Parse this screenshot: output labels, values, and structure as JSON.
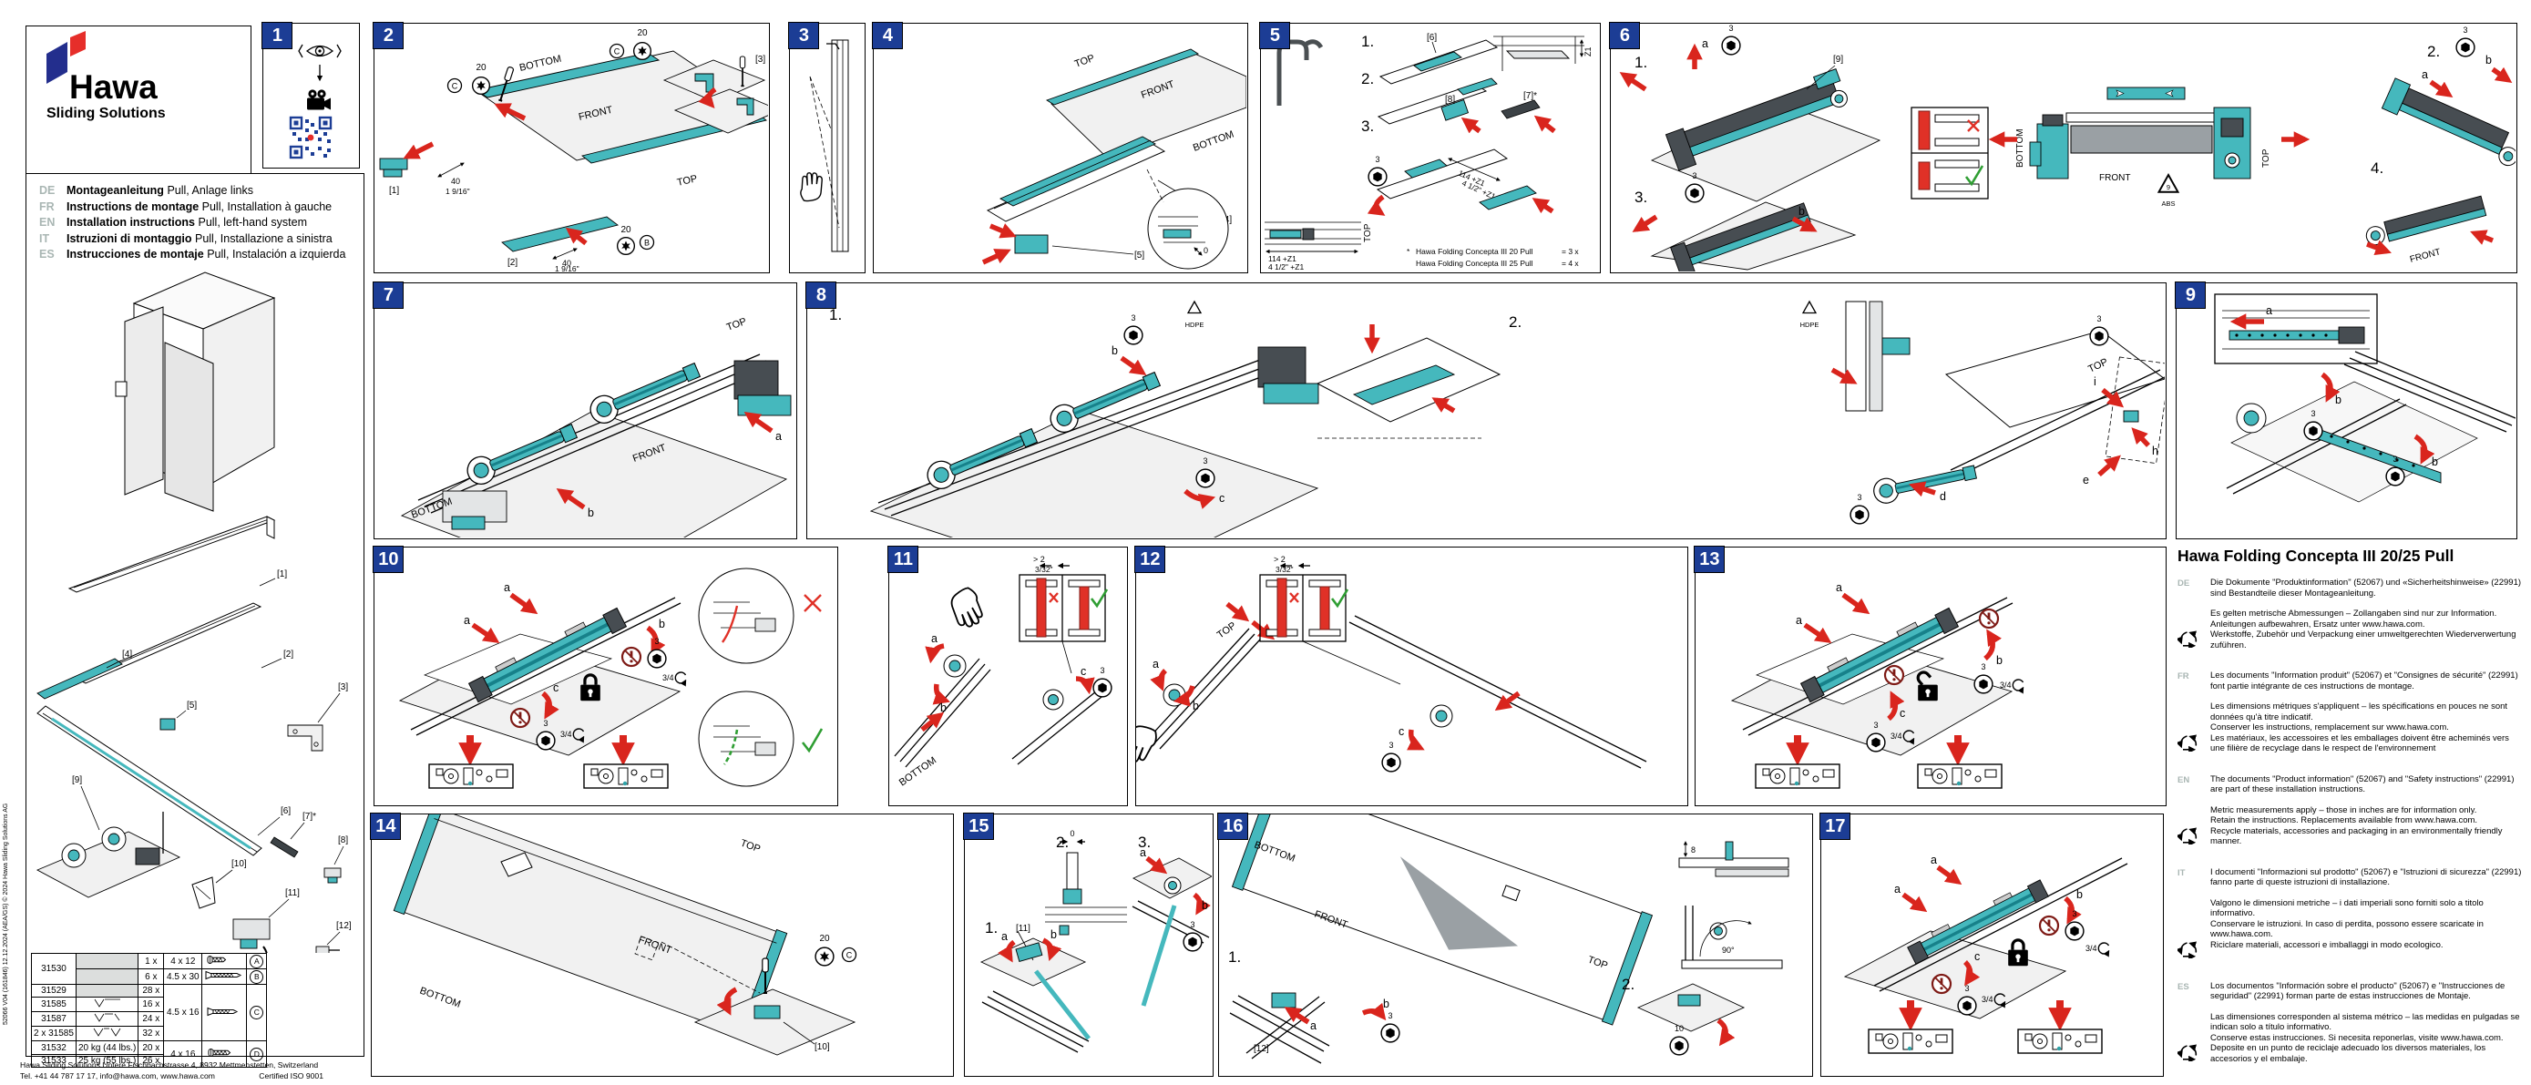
{
  "brand": {
    "name": "Hawa",
    "tagline": "Sliding Solutions"
  },
  "header_langs": [
    {
      "code": "DE",
      "bold": "Montageanleitung",
      "rest": "Pull, Anlage links"
    },
    {
      "code": "FR",
      "bold": "Instructions de montage",
      "rest": "Pull, Installation à gauche"
    },
    {
      "code": "EN",
      "bold": "Installation instructions",
      "rest": "Pull, left-hand system"
    },
    {
      "code": "IT",
      "bold": "Istruzioni di montaggio",
      "rest": "Pull, Installazione a sinistra"
    },
    {
      "code": "ES",
      "bold": "Instrucciones de montaje",
      "rest": "Pull, Instalación a izquierda"
    }
  ],
  "pn": [
    "1",
    "2",
    "3",
    "4",
    "5",
    "6",
    "7",
    "8",
    "9",
    "10",
    "11",
    "12",
    "13",
    "14",
    "15",
    "16",
    "17"
  ],
  "tok": {
    "s1": "1.",
    "s2": "2.",
    "s3": "3.",
    "s4": "4.",
    "a": "a",
    "b": "b",
    "c": "c",
    "d": "d",
    "e": "e",
    "h": "h",
    "i": "i",
    "top": "TOP",
    "front": "FRONT",
    "bottom": "BOTTOM",
    "hex3": "3",
    "hex10": "10",
    "torx20": "20",
    "turn34": "3/4",
    "hdpe": "HDPE",
    "abs": "ABS",
    "n9": "9",
    "zero": "0",
    "z1": "Z1",
    "gt2": "> 2",
    "in332": "3/32\"",
    "d40": "40",
    "d40in": "1 9/16\"",
    "d114": "114 +Z1",
    "d114in": "4 1/2\" +Z1",
    "d8": "8",
    "deg90": "90°",
    "cB": "B",
    "cC": "C"
  },
  "refs": {
    "r1": "[1]",
    "r2": "[2]",
    "r3": "[3]",
    "r4": "[4]",
    "r5": "[5]",
    "r6": "[6]",
    "r7": "[7]*",
    "r8": "[8]",
    "r9": "[9]",
    "r10": "[10]",
    "r11": "[11]",
    "r12": "[12]"
  },
  "note5": {
    "star": "*",
    "line1": "Hawa Folding Concepta III 20 Pull",
    "eq1": "= 3 x",
    "line2": "Hawa Folding Concepta III 25 Pull",
    "eq2": "= 4 x"
  },
  "info": {
    "title": "Hawa Folding Concepta III 20/25 Pull",
    "blocks": [
      {
        "code": "DE",
        "p1": "Die Dokumente \"Produktinformation\" (52067) und «Sicherheitshinweise» (22991) sind Bestandteile dieser Montageanleitung.",
        "p2": "Es gelten metrische Abmessungen – Zollangaben sind nur zur Information.\nAnleitungen aufbewahren, Ersatz unter www.hawa.com.",
        "p3": "Werkstoffe, Zubehör und Verpackung einer umweltgerechten Wiederverwertung zuführen."
      },
      {
        "code": "FR",
        "p1": "Les documents \"Information produit\" (52067) et \"Consignes de sécurité\" (22991) font partie intégrante de ces instructions de montage.",
        "p2": "Les dimensions métriques s'appliquent – les spécifications en pouces ne sont données qu'à titre indicatif.\nConserver les instructions, remplacement sur www.hawa.com.",
        "p3": "Les matériaux, les accessoires et les emballages doivent être acheminés vers une filière de recyclage dans le respect de l'environnement"
      },
      {
        "code": "EN",
        "p1": "The documents \"Product information\" (52067) and \"Safety instructions\" (22991) are part of these installation instructions.",
        "p2": "Metric measurements apply – those in inches are for information only.\nRetain the instructions. Replacements available from www.hawa.com.",
        "p3": "Recycle materials, accessories and packaging in an environmentally friendly manner."
      },
      {
        "code": "IT",
        "p1": "I documenti \"Informazioni sul prodotto\" (52067) e \"Istruzioni di sicurezza\" (22991) fanno parte di queste istruzioni di installazione.",
        "p2": "Valgono le dimensioni metriche – i dati imperiali sono forniti solo a titolo informativo.\nConservare le istruzioni. In caso di perdita, possono essere scaricate in www.hawa.com.",
        "p3": "Riciclare materiali, accessori e imballaggi in modo ecologico."
      },
      {
        "code": "ES",
        "p1": "Los documentos \"Información sobre el producto\" (52067) e \"Instrucciones de seguridad\" (22991) forman parte de estas instrucciones de Montaje.",
        "p2": "Las dimensiones corresponden al sistema métrico – las medidas en pulgadas se indican solo a título informativo.\nConserve estas instrucciones. Si necesita reponerlas, visite www.hawa.com.",
        "p3": "Deposite en un punto de reciclaje adecuado los diversos materiales, los accesorios y el embalaje."
      }
    ]
  },
  "table": {
    "parts": [
      "31530",
      "31529",
      "31585",
      "31587",
      "2 x 31585",
      "31532",
      "31533"
    ],
    "weights": [
      "20 kg (44 lbs.)",
      "25 kg (55 lbs.)"
    ],
    "qtys": [
      "1 x",
      "6 x",
      "28 x",
      "16 x",
      "24 x",
      "32 x",
      "20 x",
      "26 x"
    ],
    "sizes": [
      "4 x 12",
      "4.5 x 30",
      "4.5 x 16",
      "4 x 16"
    ],
    "letters": [
      "A",
      "B",
      "C",
      "D"
    ]
  },
  "footer": {
    "address": "Hawa Sliding Solutions Untere Fischbachstrasse 4, 8932 Mettmenstetten, Switzerland",
    "contact": "Tel. +41 44 787 17 17, info@hawa.com, www.hawa.com",
    "cert": "Certified ISO 9001"
  },
  "edition": "52066 V04 (161846) 12.12.2024 (AEA/GS) © 2024 Hawa Sliding Solutions AG"
}
